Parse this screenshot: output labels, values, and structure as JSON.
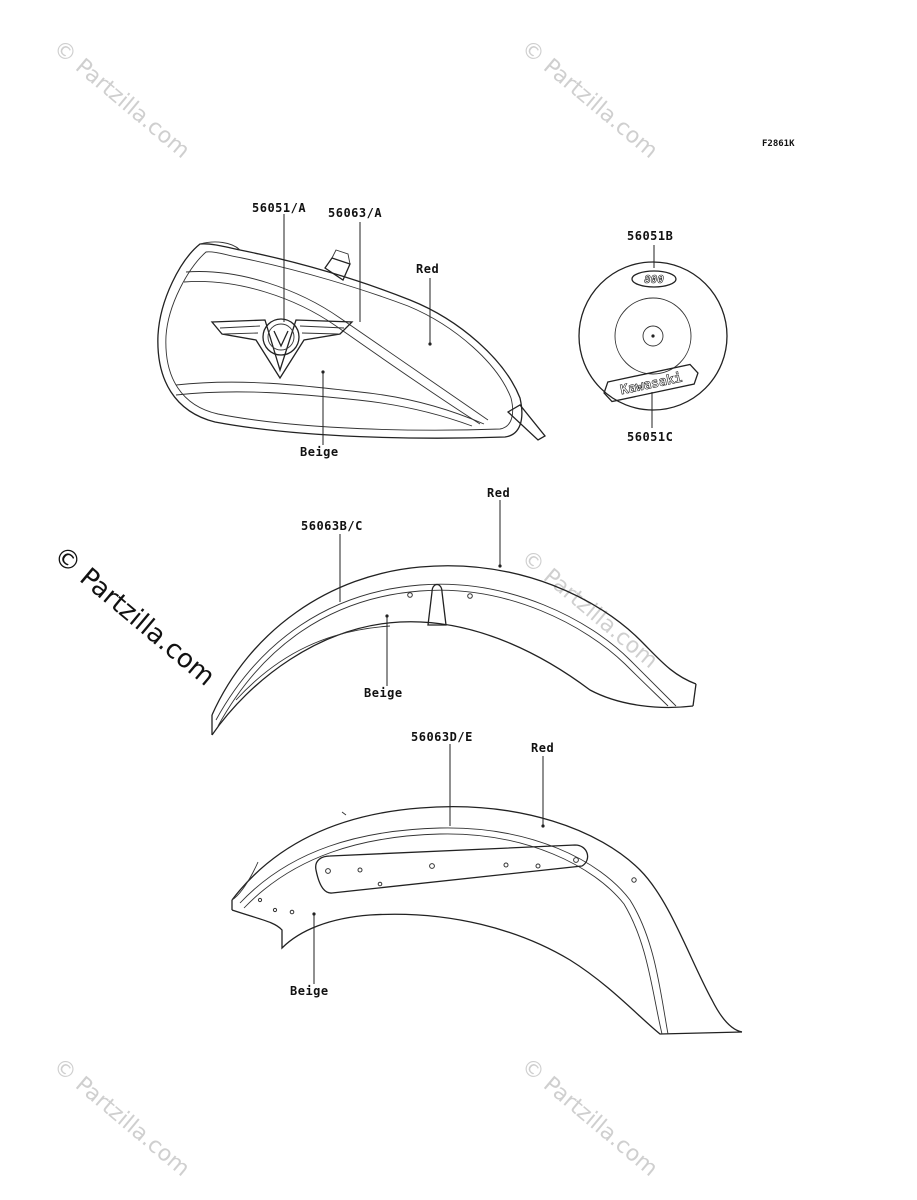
{
  "figure_code": "F2861K",
  "watermark_text": "© Partzilla.com",
  "watermark_main": "© Partzilla.com",
  "tank": {
    "callout_emblem": "56051/A",
    "callout_stripe": "56063/A",
    "color_top": "Red",
    "color_bottom": "Beige"
  },
  "cover": {
    "callout_top": "56051B",
    "callout_bottom": "56051C",
    "emblem_top_text": "800",
    "emblem_bottom_text": "Kawasaki"
  },
  "front_fender": {
    "callout": "56063B/C",
    "color_top": "Red",
    "color_bottom": "Beige"
  },
  "rear_fender": {
    "callout": "56063D/E",
    "color_top": "Red",
    "color_bottom": "Beige"
  }
}
